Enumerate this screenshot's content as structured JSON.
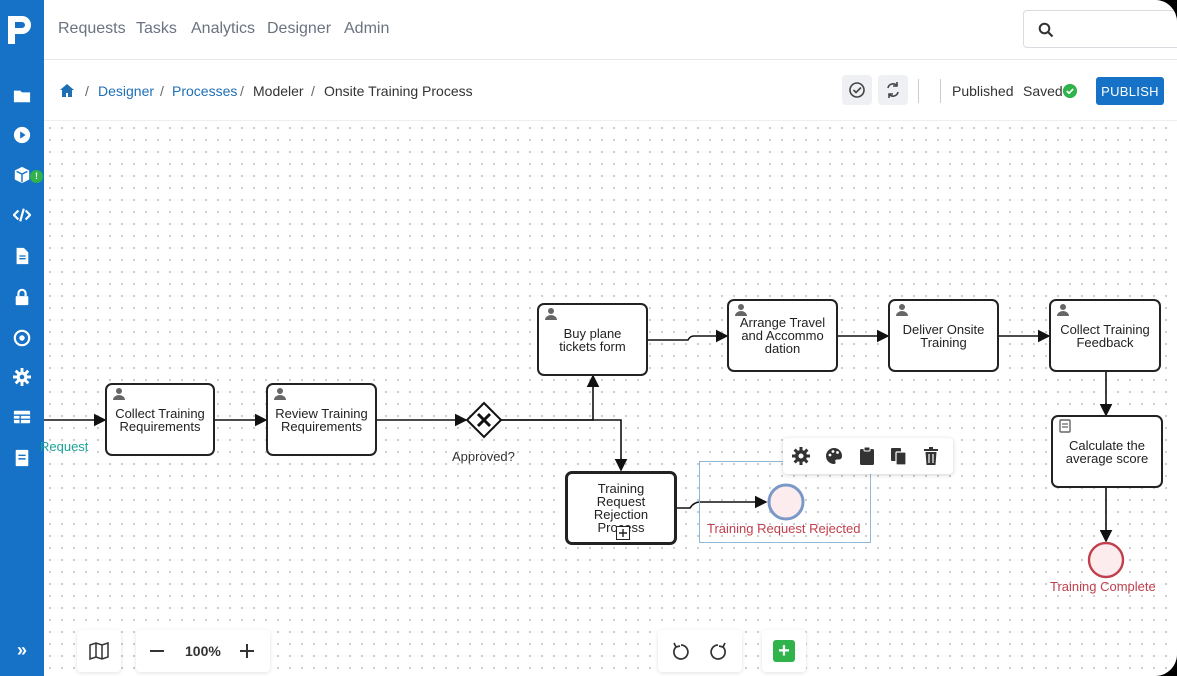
{
  "topnav": {
    "links": [
      "Requests",
      "Tasks",
      "Analytics",
      "Designer",
      "Admin"
    ]
  },
  "breadcrumb": {
    "designer": "Designer",
    "processes": "Processes",
    "modeler": "Modeler",
    "current": "Onsite Training Process",
    "sep": "/"
  },
  "status": {
    "published": "Published",
    "saved": "Saved"
  },
  "toolbar": {
    "publish_label": "PUBLISH"
  },
  "diagram": {
    "start_label": "Request",
    "tasks": {
      "collect_req": "Collect Training Requirements",
      "review_req": "Review Training Requirements",
      "buy_tickets": "Buy plane tickets form",
      "arrange_travel": "Arrange Travel and Accommo dation",
      "deliver": "Deliver Onsite Training",
      "collect_feedback": "Collect Training Feedback",
      "calc_score": "Calculate the average score",
      "rejection": "Training Request Rejection Process"
    },
    "gateway_label": "Approved?",
    "end_rejected": "Training Request Rejected",
    "end_complete": "Training Complete"
  },
  "zoom": {
    "level": "100%"
  },
  "colors": {
    "brand": "#1572c6",
    "success": "#2fb34a",
    "end_event": "#c0404d",
    "start_label": "#1aa39a"
  },
  "icons": {
    "sidebar": [
      "folder-icon",
      "play-icon",
      "cube-icon",
      "code-icon",
      "file-icon",
      "lock-icon",
      "gauge-icon",
      "gear-icon",
      "table-icon",
      "list-icon"
    ],
    "context_menu": [
      "gear-icon",
      "palette-icon",
      "clipboard-icon",
      "copy-icon",
      "trash-icon"
    ]
  }
}
